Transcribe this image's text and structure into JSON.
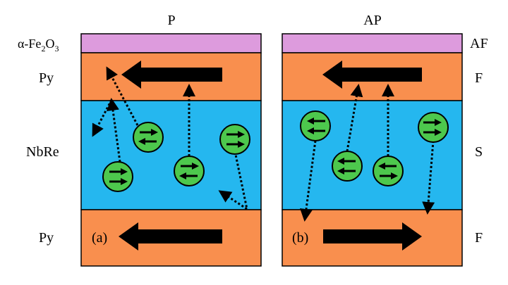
{
  "panels": {
    "left": {
      "title": "P",
      "panel_label": "(a)"
    },
    "right": {
      "title": "AP",
      "panel_label": "(b)"
    }
  },
  "left_labels": {
    "top": {
      "base": "α-Fe",
      "sub1": "2",
      "mid": "O",
      "sub2": "3"
    },
    "upper_ferromagnet": "Py",
    "superconductor": "NbRe",
    "lower_ferromagnet": "Py"
  },
  "right_labels": {
    "antiferromagnet": "AF",
    "upper_ferromagnet": "F",
    "superconductor": "S",
    "lower_ferromagnet": "F"
  },
  "colors": {
    "antiferromagnet": "#dd9bdd",
    "ferromagnet": "#f98f4e",
    "superconductor": "#25b7ef",
    "electron": "#4dc84d",
    "border": "#000000"
  },
  "magnetization": {
    "left_upper": "left",
    "left_lower": "left",
    "right_upper": "left",
    "right_lower": "right"
  }
}
